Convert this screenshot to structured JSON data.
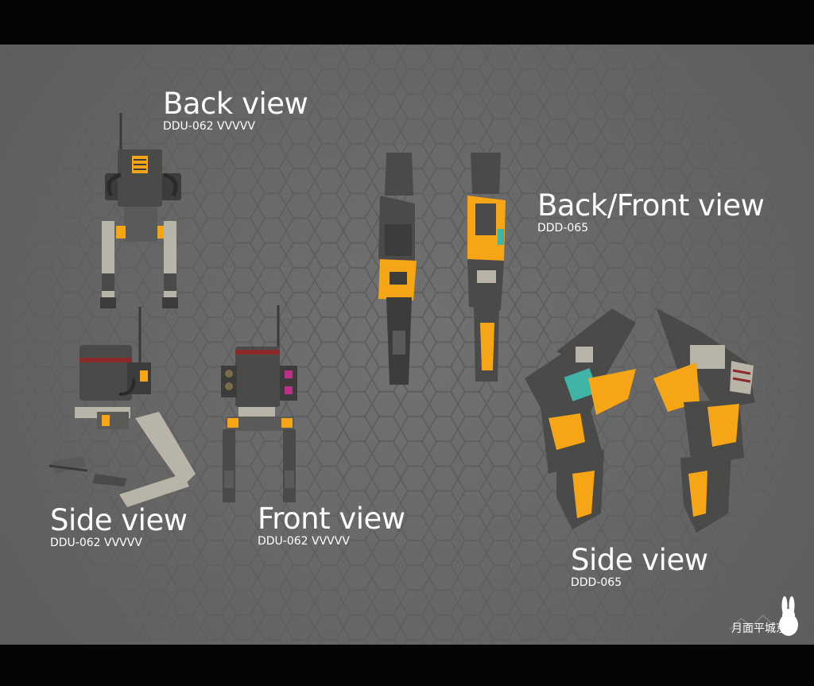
{
  "labels": {
    "back_view": {
      "title": "Back view",
      "code": "DDU-062 VVVVV"
    },
    "back_front_view": {
      "title": "Back/Front view",
      "code": "DDD-065"
    },
    "side_view_left": {
      "title": "Side view",
      "code": "DDU-062 VVVVV"
    },
    "front_view": {
      "title": "Front view",
      "code": "DDU-062 VVVVV"
    },
    "side_view_right": {
      "title": "Side view",
      "code": "DDD-065"
    }
  },
  "watermark": {
    "text": "月面平城京",
    "icon": "rabbit-icon"
  },
  "colors": {
    "background": "#6d6d6d",
    "hex_line": "#5e5e5e",
    "mech_dark": "#4a4a48",
    "mech_light": "#b8b4a8",
    "accent_orange": "#f5a515",
    "accent_red": "#8a2a28",
    "accent_teal": "#3fb5a8",
    "accent_magenta": "#c0308a",
    "text": "#ffffff"
  }
}
